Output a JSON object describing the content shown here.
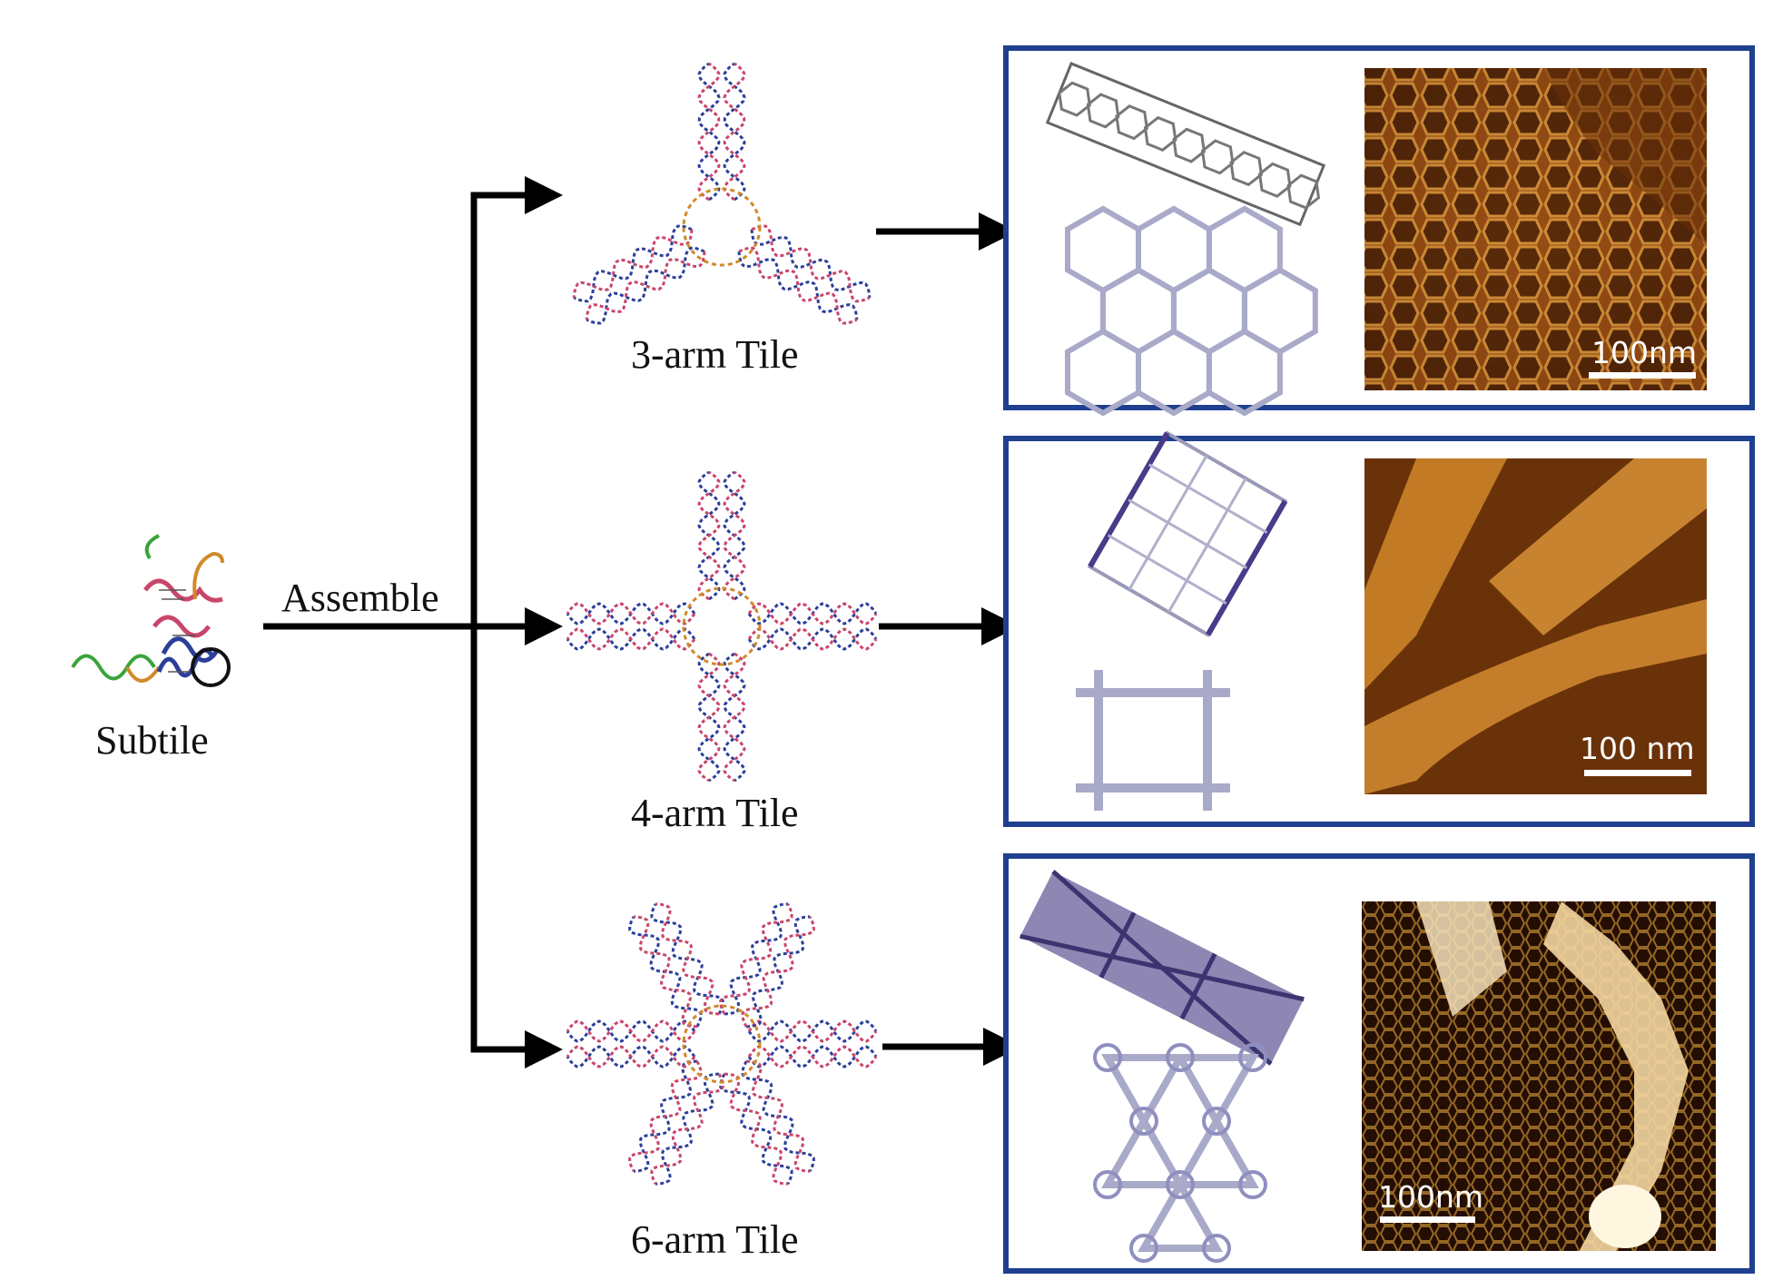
{
  "source": {
    "label": "Subtile",
    "action": "Assemble"
  },
  "tiles": [
    {
      "label": "3-arm Tile",
      "scale_bar": "100nm"
    },
    {
      "label": "4-arm Tile",
      "scale_bar": "100 nm"
    },
    {
      "label": "6-arm Tile",
      "scale_bar": "100nm"
    }
  ],
  "colors": {
    "panel_border": "#1f3f8f",
    "arrow": "#000000",
    "dna_blue": "#2b3f9a",
    "dna_red": "#c9456a",
    "dna_orange": "#d08a2a",
    "dna_green": "#3aa33a",
    "afm_dark": "#3a1a05",
    "afm_light": "#e8a23a"
  }
}
